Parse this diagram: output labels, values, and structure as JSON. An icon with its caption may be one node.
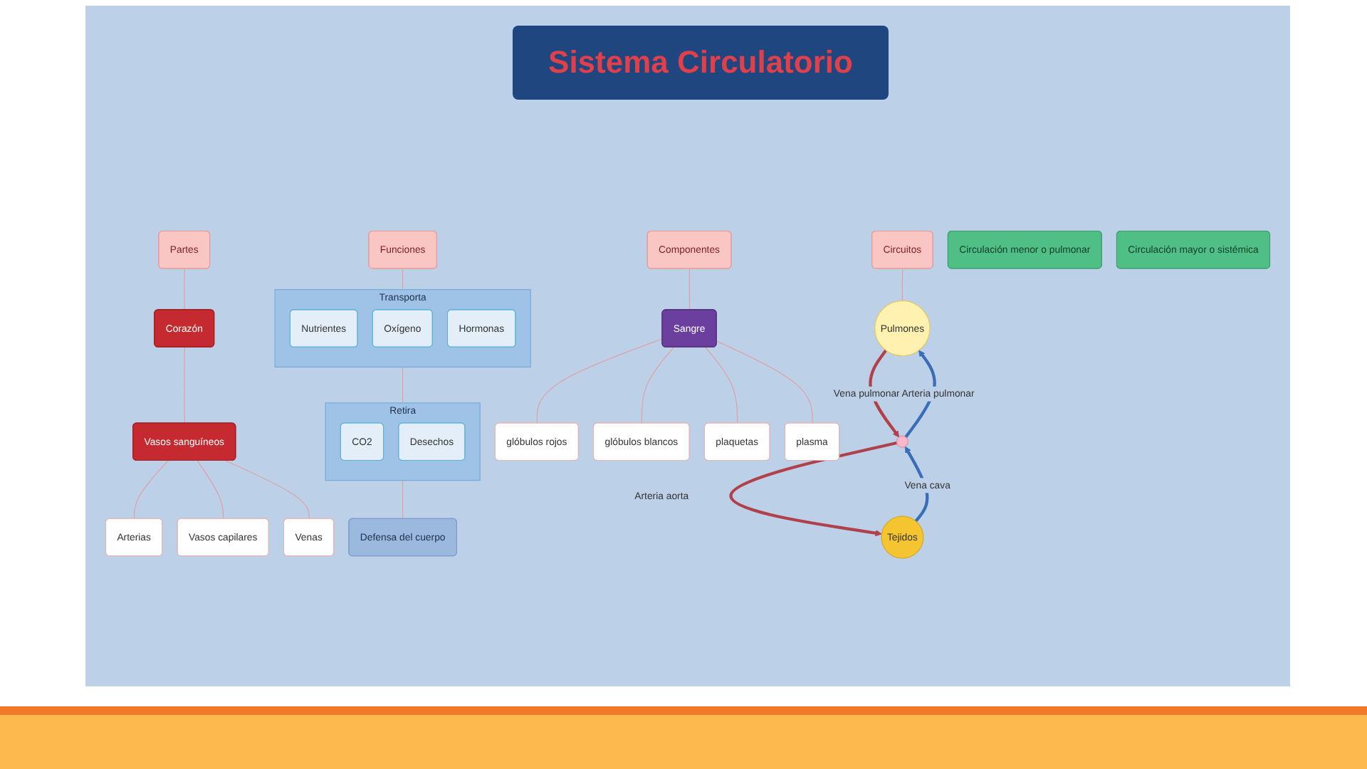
{
  "diagram": {
    "title": "Sistema Circulatorio",
    "nodes": [
      {
        "text": [
          "Partes"
        ]
      },
      {
        "text": [
          "Corazón"
        ]
      },
      {
        "text": [
          "Vasos sanguíneos"
        ]
      },
      {
        "text": [
          "Arterias"
        ]
      },
      {
        "text": [
          "Vasos capilares"
        ]
      },
      {
        "text": [
          "Venas"
        ]
      },
      {
        "text": [
          "Componentes"
        ]
      },
      {
        "text": [
          "Sangre"
        ]
      },
      {
        "text": [
          "glóbulos rojos"
        ]
      },
      {
        "text": [
          "glóbulos blancos"
        ]
      },
      {
        "text": [
          "plaquetas"
        ]
      },
      {
        "text": [
          "plasma"
        ]
      },
      {
        "text": [
          "Funciones"
        ]
      },
      {
        "text": [
          "Transporta"
        ]
      },
      {
        "text": [
          "Nutrientes"
        ],
        "in": 13
      },
      {
        "text": [
          "Oxígeno"
        ],
        "in": 13
      },
      {
        "text": [
          "Hormonas"
        ],
        "in": 13
      },
      {
        "text": [
          "Retira"
        ]
      },
      {
        "text": [
          "CO2"
        ],
        "in": 17
      },
      {
        "text": [
          "Desechos"
        ],
        "in": 17
      },
      {
        "text": [
          "Defensa del cuerpo"
        ]
      },
      {
        "text": [
          "Circuitos"
        ]
      },
      {
        "text": [
          "Circulación menor o pulmonar"
        ]
      },
      {
        "text": [
          "Circulación mayor o sistémica"
        ]
      },
      {
        "text": [
          "Pulmones"
        ]
      },
      {
        "text": [],
        "shape": "circle"
      },
      {
        "text": [
          "Tejidos"
        ]
      }
    ],
    "edges": [
      {
        "from": 0,
        "to": 1,
        "arrow": "none"
      },
      {
        "from": 1,
        "to": 2,
        "arrow": "none"
      },
      {
        "from": 2,
        "to": 3,
        "arrow": "none"
      },
      {
        "from": 2,
        "to": 4,
        "arrow": "none"
      },
      {
        "from": 2,
        "to": 5,
        "arrow": "none"
      },
      {
        "from": 6,
        "to": 7,
        "arrow": "none"
      },
      {
        "from": 7,
        "to": 8,
        "arrow": "none"
      },
      {
        "from": 7,
        "to": 9,
        "arrow": "none"
      },
      {
        "from": 7,
        "to": 10,
        "arrow": "none"
      },
      {
        "from": 7,
        "to": 11,
        "arrow": "none"
      },
      {
        "from": 12,
        "to": 13,
        "arrow": "none"
      },
      {
        "from": 13,
        "to": 17,
        "arrow": "none"
      },
      {
        "from": 17,
        "to": 20,
        "arrow": "none"
      },
      {
        "from": 21,
        "to": 24,
        "arrow": "none"
      },
      {
        "from": 25,
        "to": 24,
        "label": "Arteria pulmonar",
        "arrow": "to",
        "style": "thick",
        "color": "#3a6db5"
      },
      {
        "from": 24,
        "to": 25,
        "label": "Vena pulmonar",
        "arrow": "to",
        "style": "thick",
        "color": "#b0404a"
      },
      {
        "from": 25,
        "to": 26,
        "label": "Arteria aorta",
        "arrow": "to",
        "style": "thick",
        "color": "#b0404a"
      },
      {
        "from": 26,
        "to": 25,
        "label": "Vena cava",
        "arrow": "to",
        "style": "thick",
        "color": "#3a6db5"
      }
    ]
  }
}
